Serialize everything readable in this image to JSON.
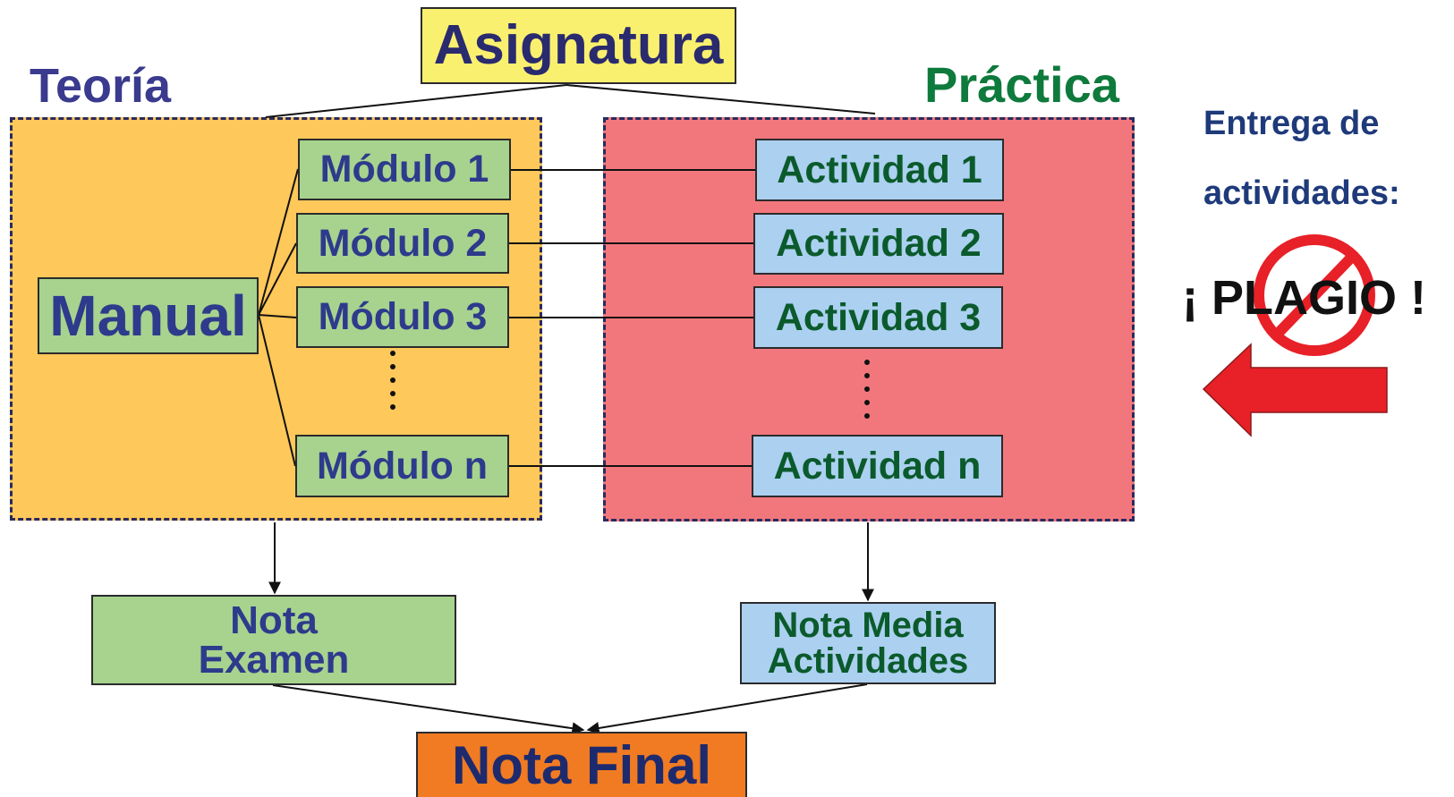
{
  "title": "Asignatura",
  "teoria": {
    "label": "Teoría",
    "manual": "Manual",
    "modules": [
      "Módulo 1",
      "Módulo 2",
      "Módulo 3",
      "Módulo n"
    ]
  },
  "practica": {
    "label": "Práctica",
    "activities": [
      "Actividad 1",
      "Actividad 2",
      "Actividad 3",
      "Actividad n"
    ]
  },
  "grades": {
    "exam_line1": "Nota",
    "exam_line2": "Examen",
    "activities_line1": "Nota Media",
    "activities_line2": "Actividades",
    "final": "Nota Final"
  },
  "side_note": {
    "line1": "Entrega de",
    "line2": "actividades:",
    "warning": "¡ PLAGIO !"
  },
  "colors": {
    "title_bg": "#f9f06f",
    "teoria_bg": "#ffc85a",
    "practica_bg": "#f2777d",
    "green_box": "#a7d38e",
    "blue_box": "#abd0f0",
    "final_bg": "#f07b22",
    "arrow_red": "#e82027"
  },
  "icons": [
    "no-sign-icon",
    "left-arrow-icon"
  ]
}
